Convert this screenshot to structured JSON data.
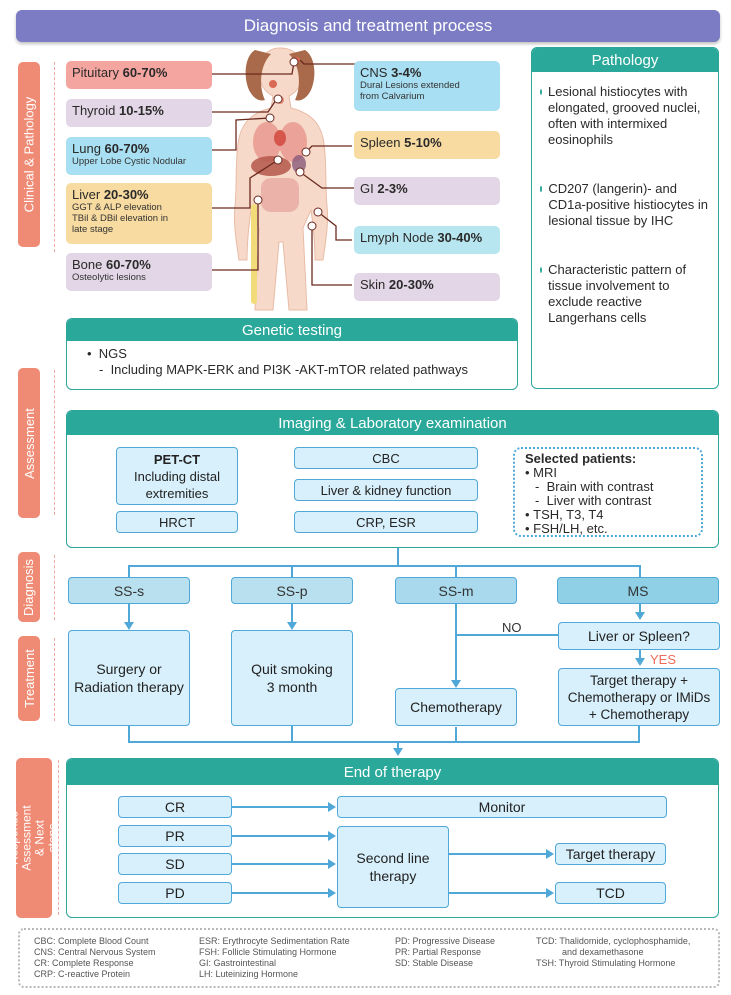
{
  "title": "Diagnosis and treatment process",
  "sections": {
    "clinical": "Clinical & Pathology",
    "assessment": "Assessment",
    "diagnosis": "Diagnosis",
    "treatment": "Treatment",
    "response": "Response Assessment & Next steps"
  },
  "organs": {
    "pituitary": {
      "name": "Pituitary",
      "pct": "60-70%"
    },
    "thyroid": {
      "name": "Thyroid",
      "pct": "10-15%"
    },
    "lung": {
      "name": "Lung",
      "pct": "60-70%",
      "note": "Upper Lobe Cystic Nodular"
    },
    "liver": {
      "name": "Liver",
      "pct": "20-30%",
      "note1": "GGT & ALP elevation",
      "note2": "TBil & DBil elevation in",
      "note3": "late stage"
    },
    "bone": {
      "name": "Bone",
      "pct": "60-70%",
      "note": "Osteolytic lesions"
    },
    "cns": {
      "name": "CNS",
      "pct": "3-4%",
      "note1": "Dural Lesions extended",
      "note2": "from Calvarium"
    },
    "spleen": {
      "name": "Spleen",
      "pct": "5-10%"
    },
    "gi": {
      "name": "GI",
      "pct": "2-3%"
    },
    "lymph": {
      "name": "Lmyph Node",
      "pct": "30-40%"
    },
    "skin": {
      "name": "Skin",
      "pct": "20-30%"
    }
  },
  "pathology": {
    "title": "Pathology",
    "items": [
      "Lesional histiocytes with elongated, grooved nuclei, often with intermixed eosinophils",
      "CD207 (langerin)- and CD1a-positive histiocytes in lesional tissue by IHC",
      "Characteristic pattern of tissue involvement to exclude reactive Langerhans cells"
    ]
  },
  "genetic": {
    "title": "Genetic testing",
    "line1": "NGS",
    "line2": "Including MAPK-ERK and PI3K -AKT-mTOR related pathways"
  },
  "imaging": {
    "title": "Imaging & Laboratory examination",
    "petct_title": "PET-CT",
    "petct_sub": "Including distal extremities",
    "hrct": "HRCT",
    "cbc": "CBC",
    "liver_kidney": "Liver & kidney function",
    "crp": "CRP, ESR",
    "selected_title": "Selected patients:",
    "selected_items": [
      "MRI",
      "Brain with contrast",
      "Liver with contrast",
      "TSH, T3, T4",
      "FSH/LH, etc."
    ]
  },
  "diagnosis": {
    "sss": "SS-s",
    "ssp": "SS-p",
    "ssm": "SS-m",
    "ms": "MS"
  },
  "treatment": {
    "surgery": "Surgery or Radiation therapy",
    "quit": "Quit smoking 3 month",
    "chemo": "Chemotherapy",
    "question": "Liver or Spleen?",
    "no": "NO",
    "yes": "YES",
    "target": "Target therapy + Chemotherapy or IMiDs + Chemotherapy"
  },
  "end": {
    "title": "End of therapy",
    "cr": "CR",
    "pr": "PR",
    "sd": "SD",
    "pd": "PD",
    "monitor": "Monitor",
    "second": "Second line therapy",
    "target": "Target therapy",
    "tcd": "TCD"
  },
  "legend": [
    [
      "CBC: Complete Blood Count",
      "CNS: Central Nervous System",
      "CR: Complete Response",
      "CRP: C-reactive Protein"
    ],
    [
      "ESR: Erythrocyte Sedimentation Rate",
      "FSH: Follicle Stimulating Hormone",
      "GI: Gastrointestinal",
      "LH: Luteinizing Hormone"
    ],
    [
      "PD: Progressive Disease",
      "PR: Partial Response",
      "SD: Stable Disease"
    ],
    [
      "TCD: Thalidomide, cyclophosphamide,",
      "and dexamethasone",
      "TSH: Thyroid Stimulating Hormone"
    ]
  ],
  "colors": {
    "title": "#7b7cc4",
    "teal": "#2aa99b",
    "side": "#ef8a74",
    "arrow": "#4fa8d8",
    "yes": "#ef6b5a"
  }
}
